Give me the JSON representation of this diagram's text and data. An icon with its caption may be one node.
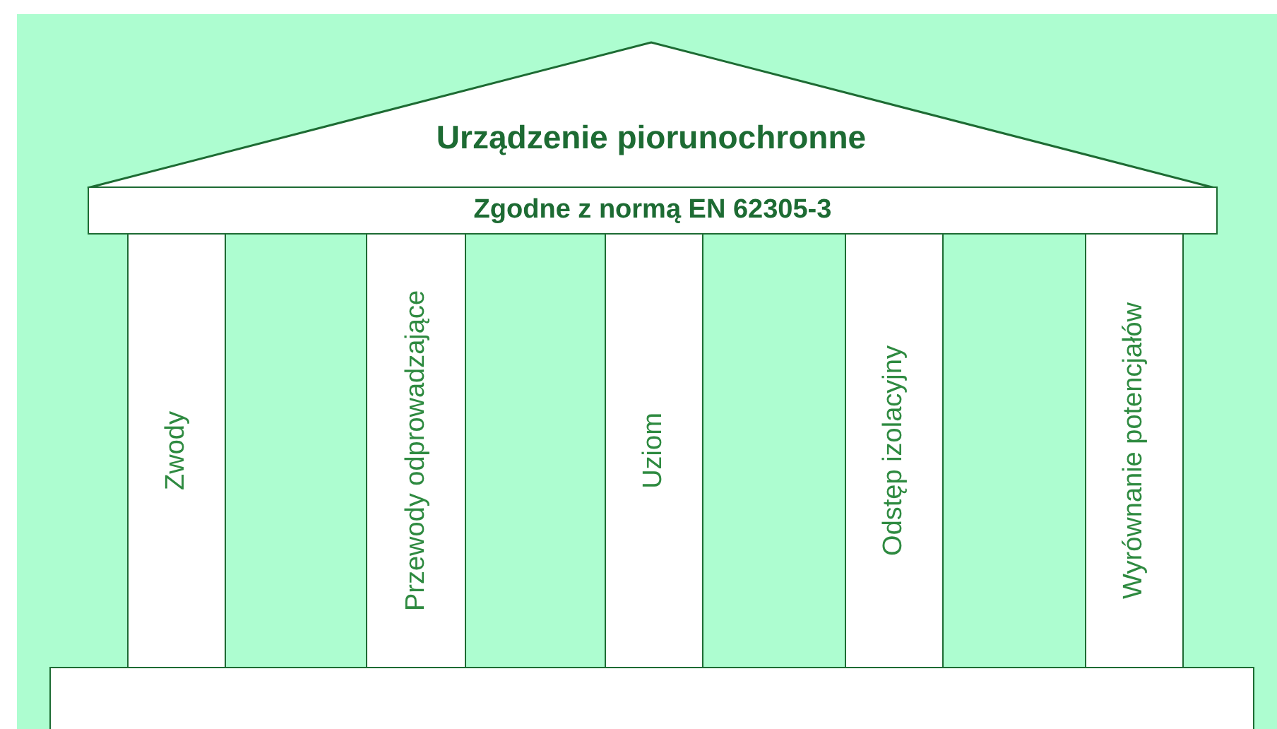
{
  "diagram": {
    "nodes": [
      {
        "text": [
          "Urządzenie piorunochronne"
        ]
      },
      {
        "text": [
          "Zgodne z normą EN 62305-3"
        ]
      },
      {
        "text": [
          "Zwody"
        ]
      },
      {
        "text": [
          "Przewody odprowadzające"
        ]
      },
      {
        "text": [
          "Uziom"
        ]
      },
      {
        "text": [
          "Odstęp izolacyjny"
        ]
      },
      {
        "text": [
          "Wyrównanie potencjałów"
        ]
      },
      {
        "text": [],
        "shape": "box"
      }
    ]
  }
}
